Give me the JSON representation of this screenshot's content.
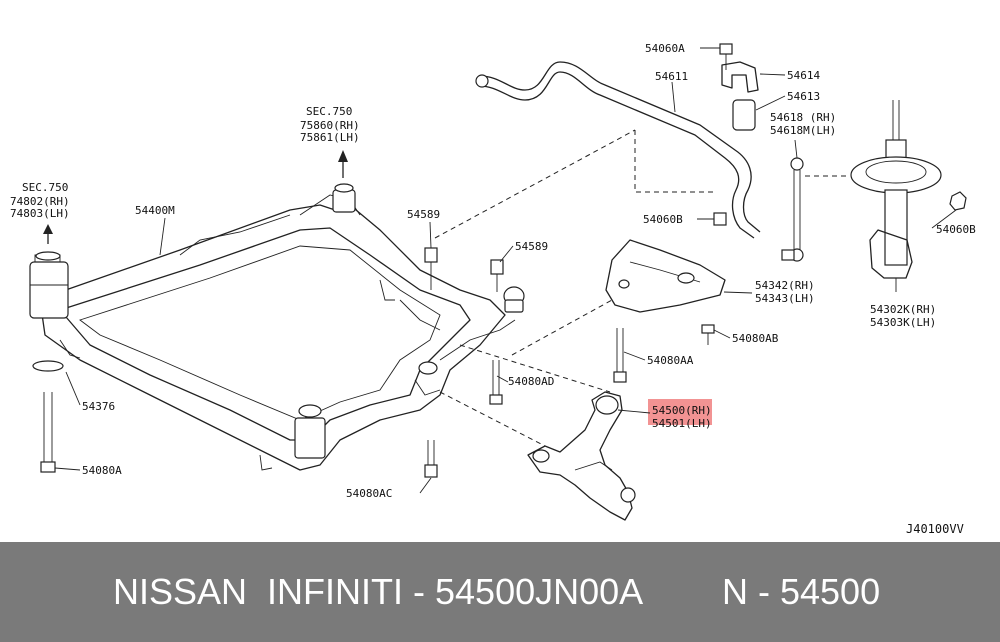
{
  "diagram": {
    "labels": {
      "sec750_left": "SEC.750",
      "p74802": "74802(RH)",
      "p74803": "74803(LH)",
      "sec750_top": "SEC.750",
      "p75860": "75860(RH)",
      "p75861": "75861(LH)",
      "p54400M": "54400M",
      "p54376": "54376",
      "p54080A": "54080A",
      "p54589_a": "54589",
      "p54589_b": "54589",
      "p54080AD": "54080AD",
      "p54080AC": "54080AC",
      "p54060A": "54060A",
      "p54611": "54611",
      "p54614": "54614",
      "p54613": "54613",
      "p54618": "54618 (RH)",
      "p54618M": "54618M(LH)",
      "p54060B_l": "54060B",
      "p54060B_r": "54060B",
      "p54342": "54342(RH)",
      "p54343": "54343(LH)",
      "p54080AB": "54080AB",
      "p54080AA": "54080AA",
      "p54500": "54500(RH)",
      "p54501": "54501(LH)",
      "p54302K": "54302K(RH)",
      "p54303K": "54303K(LH)",
      "code": "J40100VV"
    },
    "highlight_color": "#f08080"
  },
  "footer": {
    "brand": "NISSAN  INFINITI - 54500JN00A",
    "ref": "N - 54500",
    "background": "#7a7a7a"
  }
}
